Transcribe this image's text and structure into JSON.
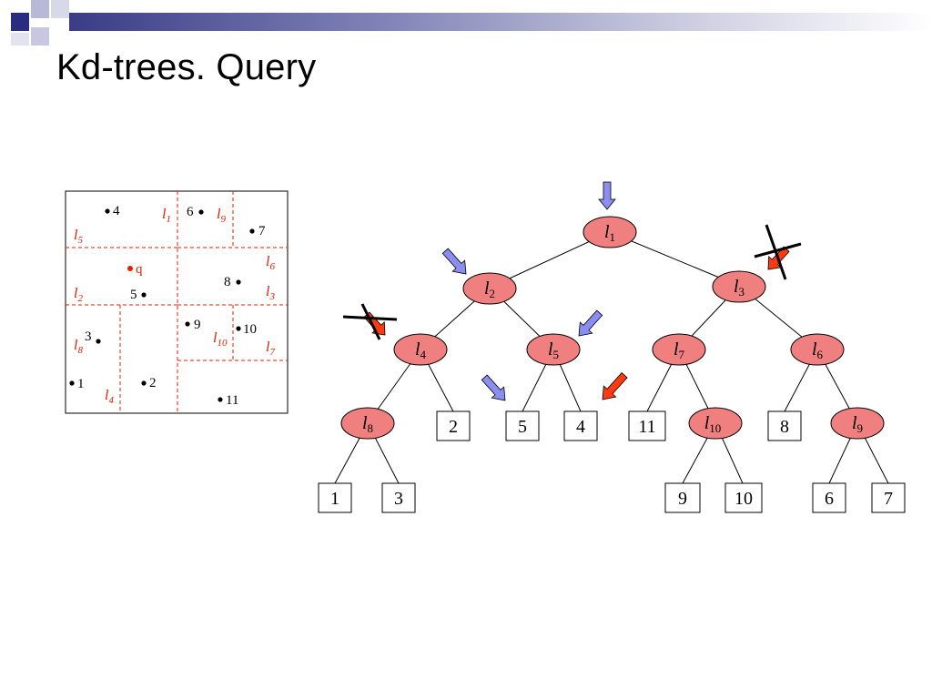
{
  "slide": {
    "title": "Kd-trees. Query"
  },
  "colors": {
    "node_fill": "#f08080",
    "partition_line": "#e02000",
    "query_point": "#e02000",
    "visit_arrow": "#8a8ef0",
    "prune_arrow": "#ff3a10",
    "header_bar": "#3a3c86"
  },
  "plane": {
    "points": [
      {
        "label": "4"
      },
      {
        "label": "6"
      },
      {
        "label": "7"
      },
      {
        "label": "8"
      },
      {
        "label": "5"
      },
      {
        "label": "3"
      },
      {
        "label": "9"
      },
      {
        "label": "10"
      },
      {
        "label": "1"
      },
      {
        "label": "2"
      },
      {
        "label": "11"
      }
    ],
    "query": {
      "label": "q"
    },
    "lines": [
      {
        "name": "l",
        "sub": "1"
      },
      {
        "name": "l",
        "sub": "9"
      },
      {
        "name": "l",
        "sub": "5"
      },
      {
        "name": "l",
        "sub": "6"
      },
      {
        "name": "l",
        "sub": "2"
      },
      {
        "name": "l",
        "sub": "3"
      },
      {
        "name": "l",
        "sub": "8"
      },
      {
        "name": "l",
        "sub": "10"
      },
      {
        "name": "l",
        "sub": "7"
      },
      {
        "name": "l",
        "sub": "4"
      }
    ]
  },
  "tree": {
    "nodes": [
      {
        "name": "l",
        "sub": "1"
      },
      {
        "name": "l",
        "sub": "2"
      },
      {
        "name": "l",
        "sub": "3"
      },
      {
        "name": "l",
        "sub": "4"
      },
      {
        "name": "l",
        "sub": "5"
      },
      {
        "name": "l",
        "sub": "7"
      },
      {
        "name": "l",
        "sub": "6"
      },
      {
        "name": "l",
        "sub": "8"
      },
      {
        "name": "l",
        "sub": "10"
      },
      {
        "name": "l",
        "sub": "9"
      }
    ],
    "leaves": [
      "2",
      "5",
      "4",
      "11",
      "8",
      "1",
      "3",
      "9",
      "10",
      "6",
      "7"
    ]
  }
}
